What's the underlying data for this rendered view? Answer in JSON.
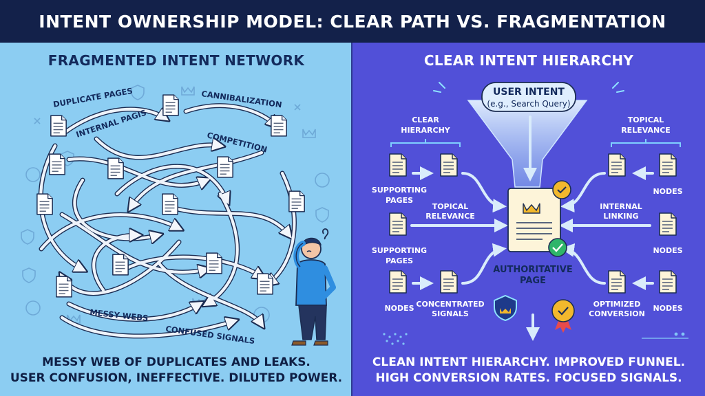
{
  "title": "INTENT OWNERSHIP MODEL: CLEAR PATH VS. FRAGMENTATION",
  "left": {
    "heading": "FRAGMENTED INTENT NETWORK",
    "labels": {
      "duplicate_pages": "DUPLICATE PAGES",
      "cannibalization": "CANNIBALIZATION",
      "internal_pages": "INTERNAL PAGIS",
      "competition": "COMPETITION",
      "messy_webs": "MESSY WEBS",
      "confused_signals": "CONFUSED SIGNALS"
    },
    "footer_line1": "MESSY WEB OF DUPLICATES AND LEAKS.",
    "footer_line2": "USER CONFUSION, INEFFECTIVE. DILUTED POWER."
  },
  "right": {
    "heading": "CLEAR INTENT HIERARCHY",
    "user_intent": "USER INTENT",
    "user_intent_example": "(e.g., Search Query)",
    "labels": {
      "clear_hierarchy_1": "CLEAR",
      "clear_hierarchy_2": "HIERARCHY",
      "topical_relevance_top_1": "TOPICAL",
      "topical_relevance_top_2": "RELEVANCE",
      "supporting_pages_a_1": "SUPPORTING",
      "supporting_pages_a_2": "PAGES",
      "topical_relevance_mid_1": "TOPICAL",
      "topical_relevance_mid_2": "RELEVANCE",
      "supporting_pages_b_1": "SUPPORTING",
      "supporting_pages_b_2": "PAGES",
      "nodes_left": "NODES",
      "concentrated_1": "CONCENTRATED",
      "concentrated_2": "SIGNALS",
      "authoritative_1": "AUTHORITATIVE",
      "authoritative_2": "PAGE",
      "internal_linking_1": "INTERNAL",
      "internal_linking_2": "LINKING",
      "nodes_right_1": "NODES",
      "nodes_right_2": "NODES",
      "nodes_right_3": "NODES",
      "optimized_1": "OPTIMIZED",
      "optimized_2": "CONVERSION"
    },
    "footer_line1": "CLEAN INTENT HIERARCHY. IMPROVED FUNNEL.",
    "footer_line2": "HIGH CONVERSION RATES. FOCUSED SIGNALS."
  },
  "icons": {
    "document": "document-icon",
    "crown": "crown-icon",
    "shield": "shield-icon",
    "badge": "badge-icon",
    "check": "check-icon",
    "person": "confused-person-icon",
    "funnel": "funnel-icon"
  },
  "colors": {
    "header_bg": "#13214a",
    "left_bg": "#8ccdf2",
    "right_bg": "#5150d8",
    "gold": "#f2b82d",
    "check_green": "#2fb56a"
  }
}
